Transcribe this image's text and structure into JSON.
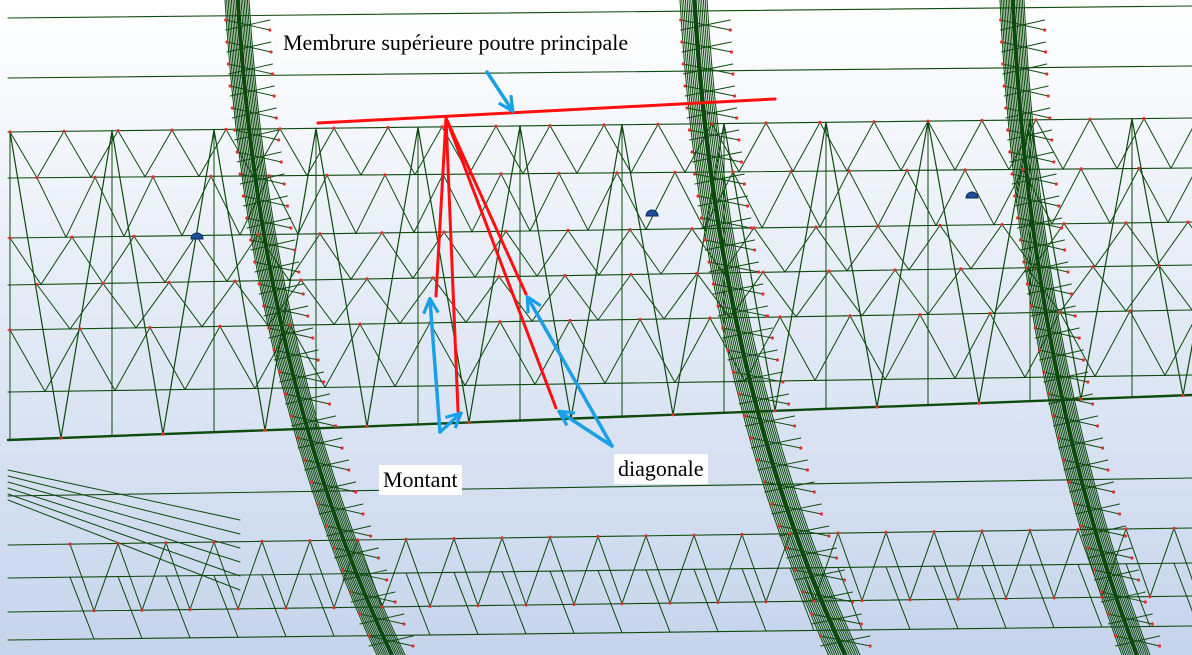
{
  "annotations": {
    "top_chord_label": "Membrure supérieure poutre principale",
    "vertical_label": "Montant",
    "diagonal_label": "diagonale"
  },
  "colors": {
    "background_top": "#ffffff",
    "background_bottom": "#c6d4ec",
    "member": "#0d4a0d",
    "node": "#e03030",
    "highlight": "#ff1010",
    "arrow": "#1aa0e8",
    "support": "#1f4e9a"
  },
  "icons": {
    "support": "support-node-icon",
    "arrow": "callout-arrow-icon"
  }
}
